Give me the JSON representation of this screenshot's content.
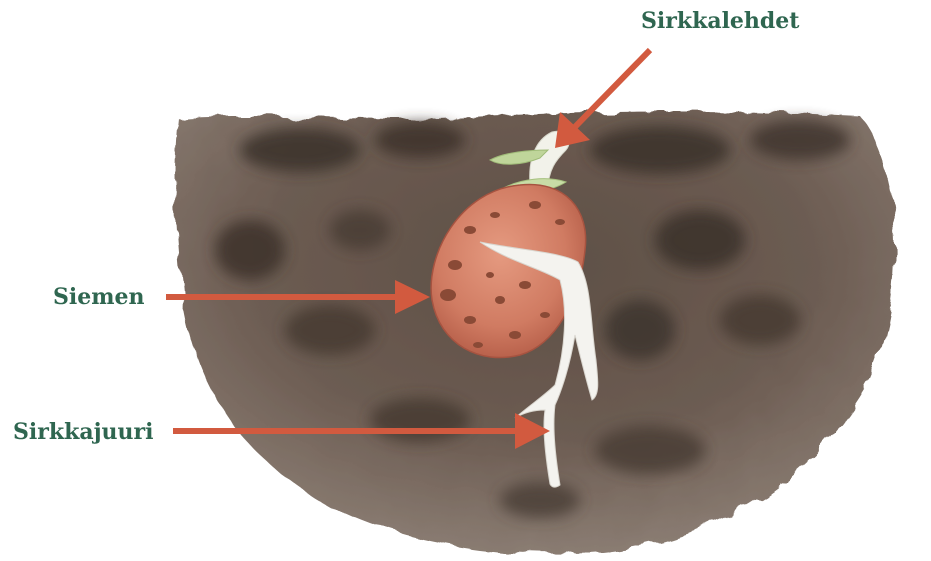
{
  "labels": {
    "cotyledons": "Sirkkalehdet",
    "seed": "Siemen",
    "radicle": "Sirkkajuuri"
  },
  "colors": {
    "label_text": "#2f6650",
    "arrow": "#d25a3f",
    "soil_base": "#6a5a50",
    "soil_dark": "#3a302a",
    "seed": "#d4826a",
    "seed_spots": "#8a4a36",
    "root": "#f4f3ef",
    "sprout": "#bfd59a"
  }
}
